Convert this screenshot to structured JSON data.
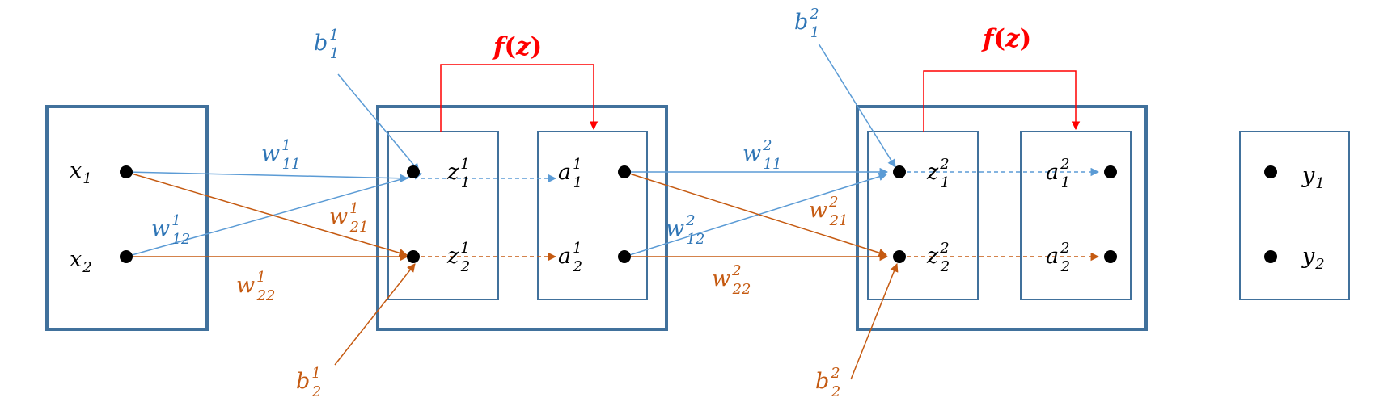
{
  "colors": {
    "box": "#41719c",
    "blue": "#5b9bd5",
    "blue_text": "#2e75b6",
    "orange": "#c55a11",
    "red": "#ff0000",
    "node": "#000000"
  },
  "activation": {
    "layer1": {
      "f": "f",
      "open": "(",
      "z": "z",
      "close": ")"
    },
    "layer2": {
      "f": "f",
      "open": "(",
      "z": "z",
      "close": ")"
    }
  },
  "inputs": {
    "x1": {
      "base": "x",
      "sub": "1"
    },
    "x2": {
      "base": "x",
      "sub": "2"
    }
  },
  "layer1": {
    "z1": {
      "base": "z",
      "sup": "1",
      "sub": "1"
    },
    "z2": {
      "base": "z",
      "sup": "1",
      "sub": "2"
    },
    "a1": {
      "base": "a",
      "sup": "1",
      "sub": "1"
    },
    "a2": {
      "base": "a",
      "sup": "1",
      "sub": "2"
    }
  },
  "layer2": {
    "z1": {
      "base": "z",
      "sup": "2",
      "sub": "1"
    },
    "z2": {
      "base": "z",
      "sup": "2",
      "sub": "2"
    },
    "a1": {
      "base": "a",
      "sup": "2",
      "sub": "1"
    },
    "a2": {
      "base": "a",
      "sup": "2",
      "sub": "2"
    }
  },
  "outputs": {
    "y1": {
      "base": "y",
      "sub": "1"
    },
    "y2": {
      "base": "y",
      "sub": "2"
    }
  },
  "weights": {
    "w1_11": {
      "base": "w",
      "sup": "1",
      "sub": "11"
    },
    "w1_12": {
      "base": "w",
      "sup": "1",
      "sub": "12"
    },
    "w1_21": {
      "base": "w",
      "sup": "1",
      "sub": "21"
    },
    "w1_22": {
      "base": "w",
      "sup": "1",
      "sub": "22"
    },
    "w2_11": {
      "base": "w",
      "sup": "2",
      "sub": "11"
    },
    "w2_12": {
      "base": "w",
      "sup": "2",
      "sub": "12"
    },
    "w2_21": {
      "base": "w",
      "sup": "2",
      "sub": "21"
    },
    "w2_22": {
      "base": "w",
      "sup": "2",
      "sub": "22"
    }
  },
  "biases": {
    "b1_1": {
      "base": "b",
      "sup": "1",
      "sub": "1"
    },
    "b1_2": {
      "base": "b",
      "sup": "1",
      "sub": "2"
    },
    "b2_1": {
      "base": "b",
      "sup": "2",
      "sub": "1"
    },
    "b2_2": {
      "base": "b",
      "sup": "2",
      "sub": "2"
    }
  }
}
